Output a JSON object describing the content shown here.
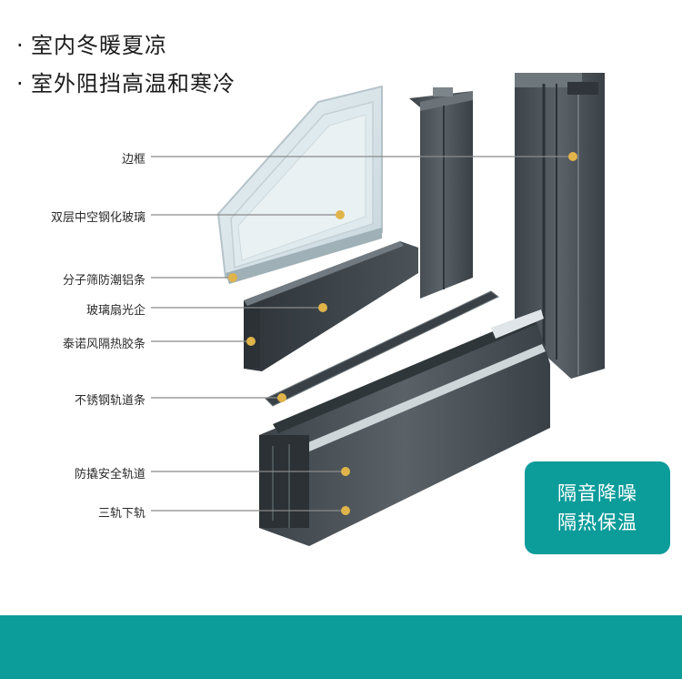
{
  "bullets": [
    "室内冬暖夏凉",
    "室外阻挡高温和寒冷"
  ],
  "bullet_marker": "·",
  "labels": [
    {
      "key": "frame",
      "text": "边框"
    },
    {
      "key": "glass",
      "text": "双层中空钢化玻璃"
    },
    {
      "key": "sieve",
      "text": "分子筛防潮铝条"
    },
    {
      "key": "sash",
      "text": "玻璃扇光企"
    },
    {
      "key": "strip",
      "text": "泰诺风隔热胶条"
    },
    {
      "key": "steel",
      "text": "不锈钢轨道条"
    },
    {
      "key": "antiswing",
      "text": "防撬安全轨道"
    },
    {
      "key": "rail",
      "text": "三轨下轨"
    }
  ],
  "badge": {
    "line1": "隔音降噪",
    "line2": "隔热保温"
  },
  "colors": {
    "accent": "#0c9c9a",
    "profile": "#4a5258",
    "dot": "#e0b44a"
  }
}
